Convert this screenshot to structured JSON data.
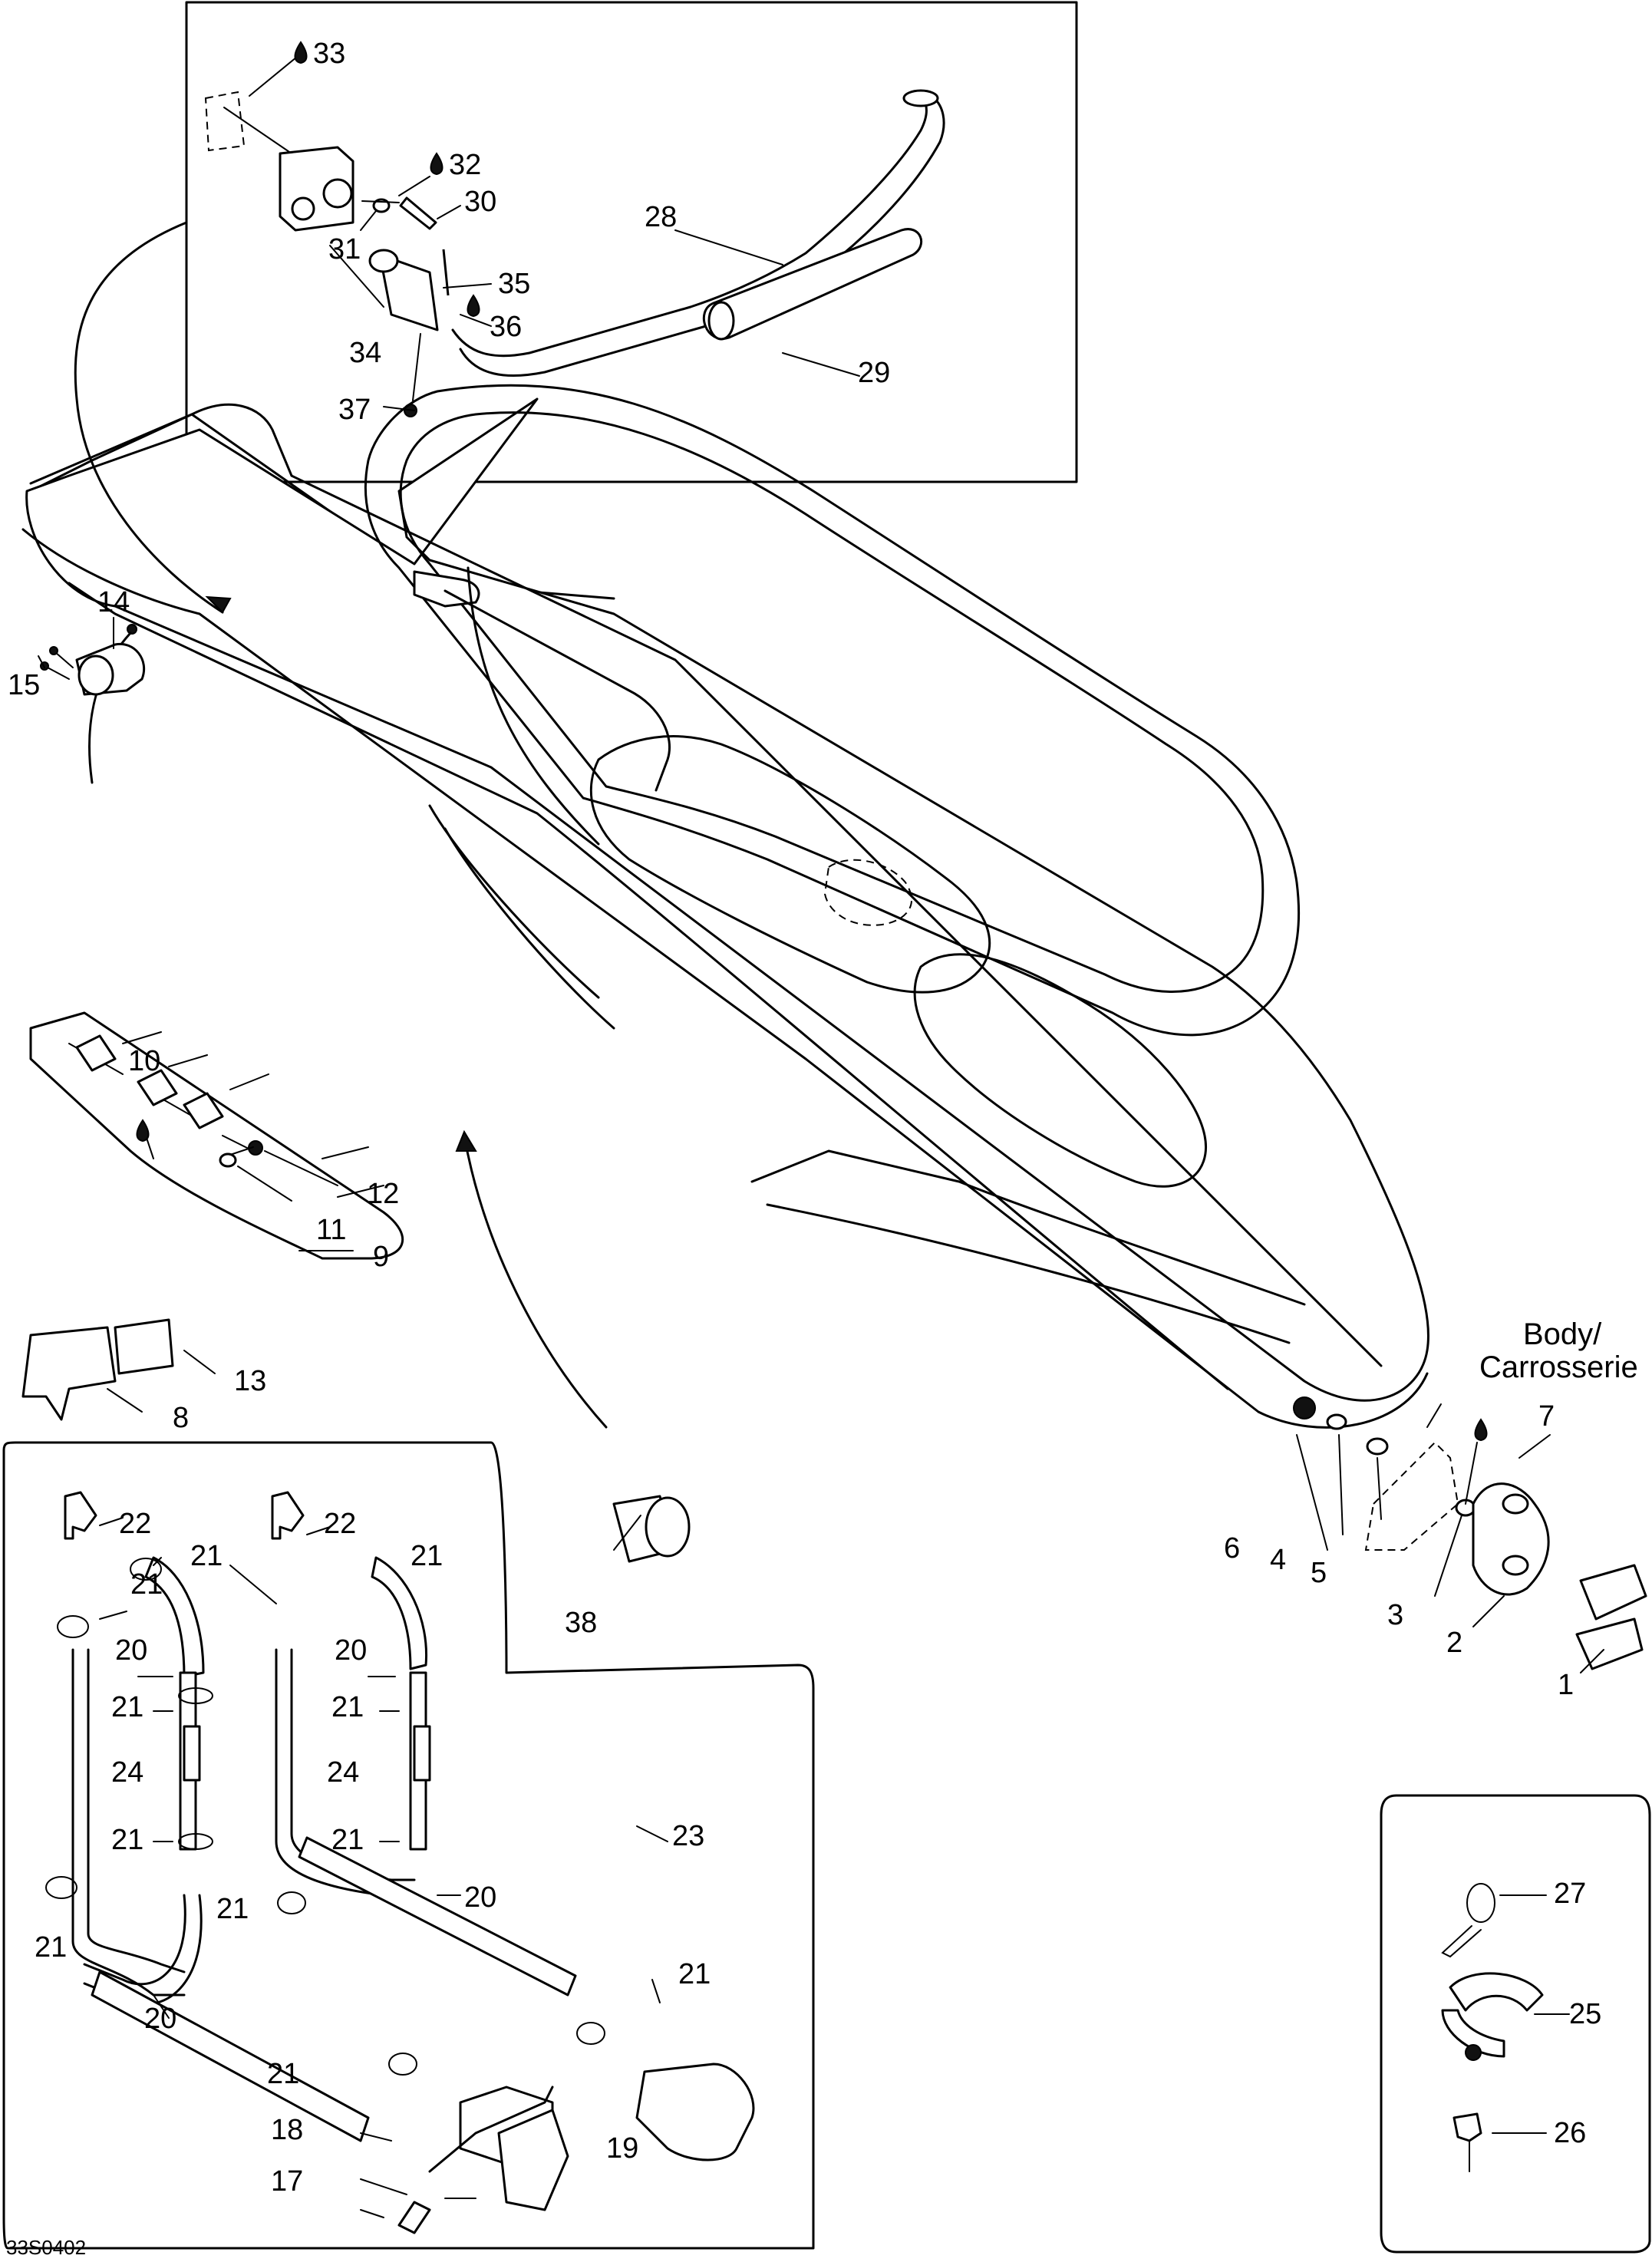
{
  "diagram": {
    "labels": {
      "p1": "1",
      "p2": "2",
      "p3": "3",
      "p4": "4",
      "p5": "5",
      "p6": "6",
      "p7": "7",
      "p8": "8",
      "p9": "9",
      "p10": "10",
      "p11": "11",
      "p12": "12",
      "p13": "13",
      "p14": "14",
      "p15": "15",
      "p17": "17",
      "p18": "18",
      "p19": "19",
      "p20": "20",
      "p21": "21",
      "p22": "22",
      "p23": "23",
      "p24": "24",
      "p25": "25",
      "p26": "26",
      "p27": "27",
      "p28": "28",
      "p29": "29",
      "p30": "30",
      "p31": "31",
      "p32": "32",
      "p33": "33",
      "p34": "34",
      "p35": "35",
      "p36": "36",
      "p37": "37",
      "p38": "38"
    },
    "body_note_line1": "Body/",
    "body_note_line2": "Carrosserie",
    "figure_code": "33S0402"
  }
}
